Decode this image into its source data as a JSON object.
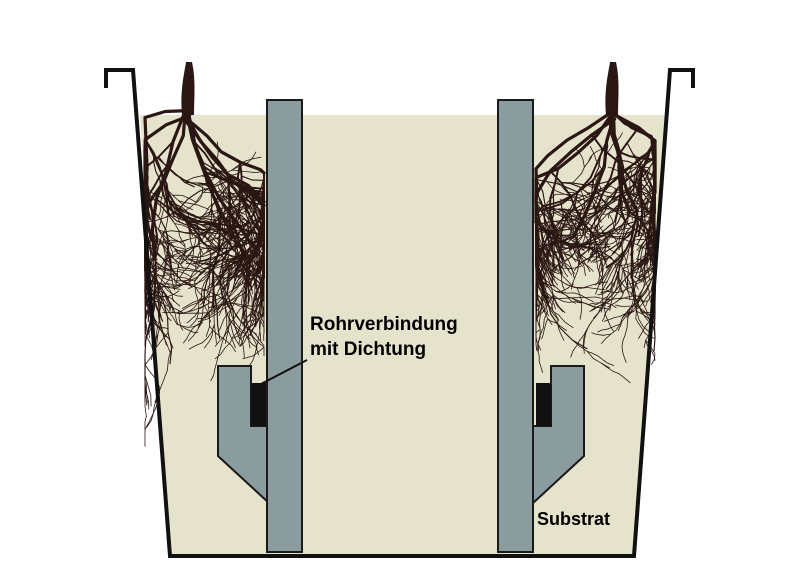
{
  "labels": {
    "pipe_joint_line1": "Rohrverbindung",
    "pipe_joint_line2": "mit Dichtung",
    "substrate": "Substrat"
  },
  "colors": {
    "substrate": "#e6e3cc",
    "pipe": "#8b9c9e",
    "pipe_outline": "#1a1a1a",
    "seal": "#111111",
    "container_outline": "#111111",
    "root": "#2a1612",
    "background": "#ffffff"
  },
  "icons": {
    "roots": "plant-root-system",
    "seal": "gasket-seal"
  }
}
